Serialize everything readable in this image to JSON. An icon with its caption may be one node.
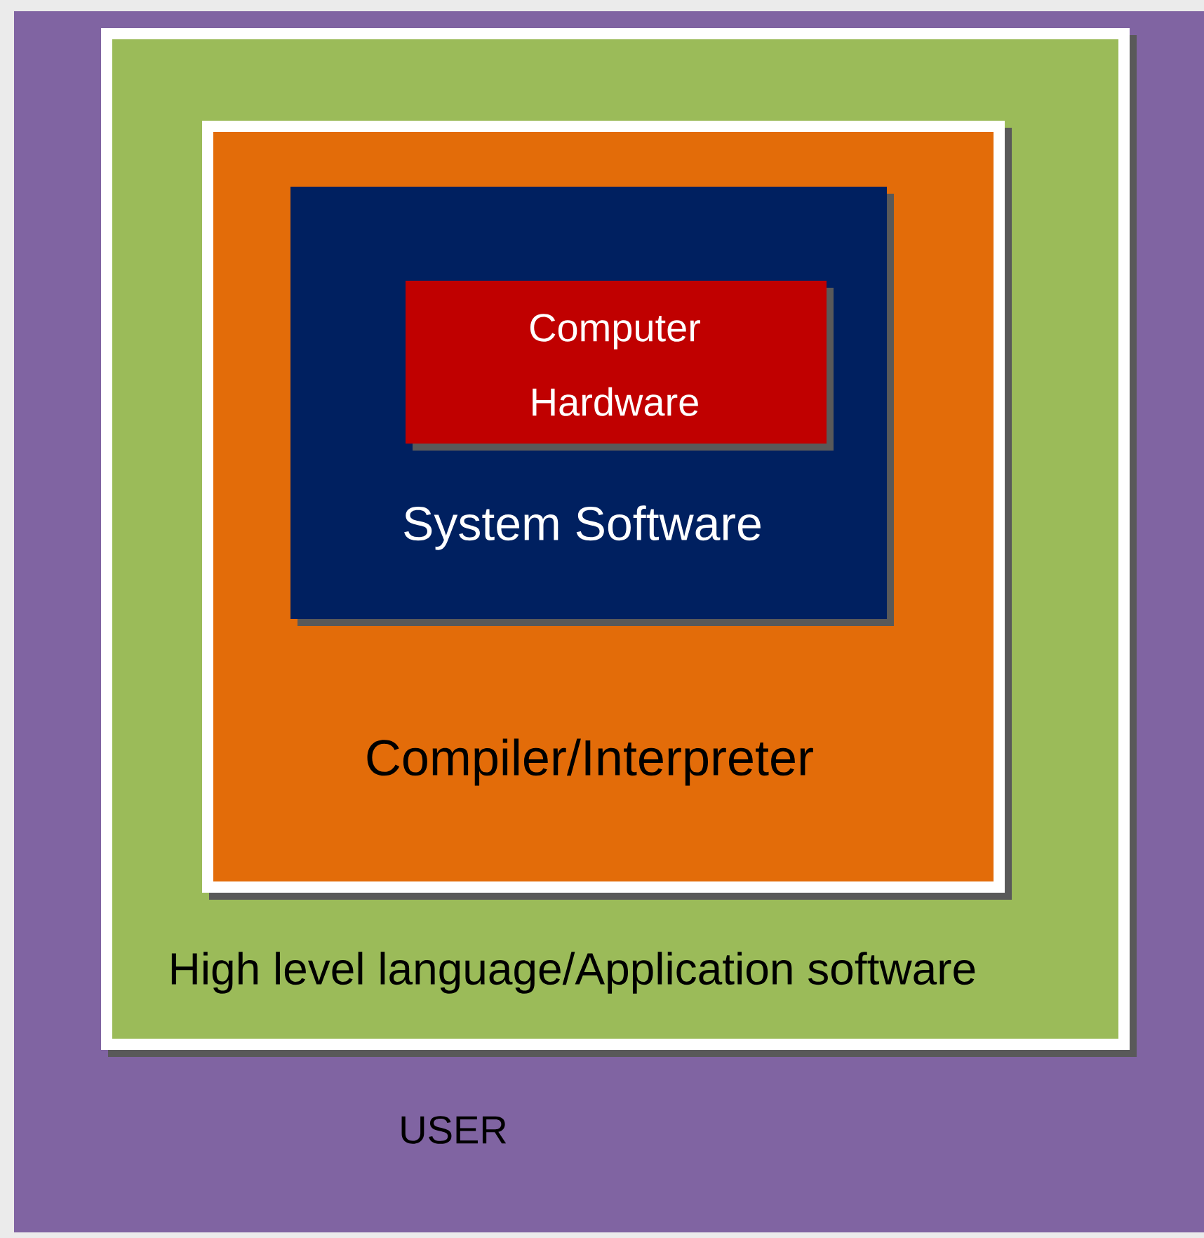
{
  "diagram": {
    "nodes": [
      {
        "text": [
          "USER"
        ]
      },
      {
        "text": [
          "High level language/Application software"
        ],
        "in": 0
      },
      {
        "text": [
          "Compiler/Interpreter"
        ],
        "in": 1
      },
      {
        "text": [
          "System Software"
        ],
        "in": 2
      },
      {
        "text": [
          "Computer Hardware"
        ],
        "in": 3
      }
    ]
  }
}
